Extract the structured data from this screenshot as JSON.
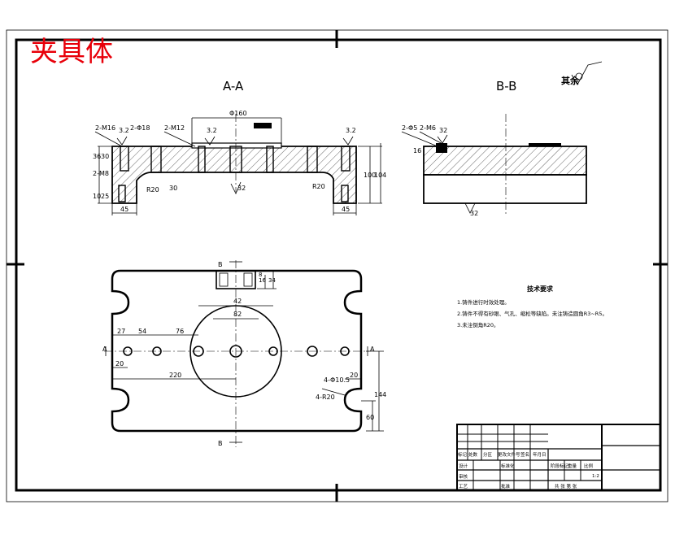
{
  "title": "夹具体",
  "colors": {
    "title": "#e8000a",
    "line": "#000000",
    "paper": "#ffffff"
  },
  "views": {
    "section_a": "A-A",
    "section_b": "B-B",
    "roughness_note": "其余",
    "section_mark_a": "A",
    "section_mark_b": "B"
  },
  "dims_aa": {
    "phi160": "Φ160",
    "holes_m16": "2-M16",
    "holes_phi18": "2-Φ18",
    "holes_m12": "2-M12",
    "holes_m8": "2-M8",
    "d36": "36",
    "d30": "30",
    "d10": "10",
    "d25": "25",
    "d45_left": "45",
    "d45_right": "45",
    "d100": "100",
    "d104": "104",
    "d30b": "30",
    "r20a": "R20",
    "r20b": "R20",
    "ra32a": "3.2",
    "ra32b": "3.2",
    "ra32c": "32",
    "ra32d": "3.2"
  },
  "dims_bb": {
    "holes_phi5": "2-Φ5",
    "holes_m6": "2-M6",
    "d16": "16",
    "d32": "32",
    "d32b": "32"
  },
  "dims_plan": {
    "d27": "27",
    "d54": "54",
    "d76": "76",
    "d20a": "20",
    "d220": "220",
    "d42": "42",
    "d82": "82",
    "d20b": "20",
    "d144": "144",
    "d60": "60",
    "holes_4phi": "4-Φ10.5",
    "r20": "4-R20",
    "d16": "16",
    "d34": "34",
    "d8": "8",
    "mark_a_left": "A",
    "mark_a_right": "A",
    "mark_b_top": "B",
    "mark_b_bottom": "B"
  },
  "tech_req": {
    "heading": "技术要求",
    "items": [
      "1.铸件进行时效处理。",
      "2.铸件不得有砂眼、气孔、缩松等缺陷。未注铸造圆角R3~R5。",
      "3.未注倒角R20。"
    ]
  },
  "title_block": {
    "label_mark": "标记",
    "label_count": "处数",
    "label_zone": "分区",
    "label_change": "更改文件号",
    "label_sign": "签名",
    "label_date": "年月日",
    "label_design": "设计",
    "label_std": "标准化",
    "label_review": "审核",
    "label_process": "工艺",
    "label_approve": "批准",
    "label_stage": "阶段标记",
    "label_weight": "重量",
    "label_scale": "比例",
    "label_sheets": "共 张 第 张",
    "scale_value": "1:2"
  }
}
